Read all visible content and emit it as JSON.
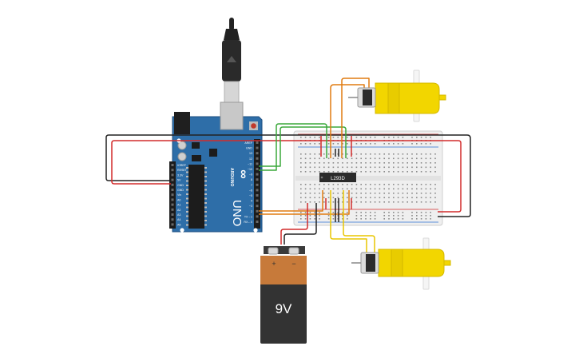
{
  "arduino": {
    "brand": "ARDUINO",
    "model": "UNO",
    "header_labels": [
      "AREF",
      "GND",
      "13",
      "12",
      "~11",
      "~10",
      "~9",
      "8",
      "7",
      "~6",
      "~5",
      "4",
      "~3",
      "2",
      "TX→1",
      "RX←0"
    ],
    "power_labels": [
      "IOREF",
      "RESET",
      "3.3V",
      "5V",
      "GND",
      "GND",
      "Vin"
    ],
    "analog_labels": [
      "A0",
      "A1",
      "A2",
      "A3",
      "A4",
      "A5"
    ]
  },
  "driver_chip": {
    "label": "L293D"
  },
  "battery": {
    "label": "9V",
    "plus": "+",
    "minus": "−"
  },
  "colors": {
    "board": "#2e6ea8",
    "board_dark": "#1e4f80",
    "wire_red": "#d22b2b",
    "wire_black": "#222222",
    "wire_green": "#3aa83a",
    "wire_orange": "#e07b10",
    "wire_yellow": "#e8c600",
    "motor_yellow": "#f2d600",
    "battery_copper": "#c77a3a",
    "battery_dark": "#333333",
    "breadboard": "#eeeeee"
  }
}
